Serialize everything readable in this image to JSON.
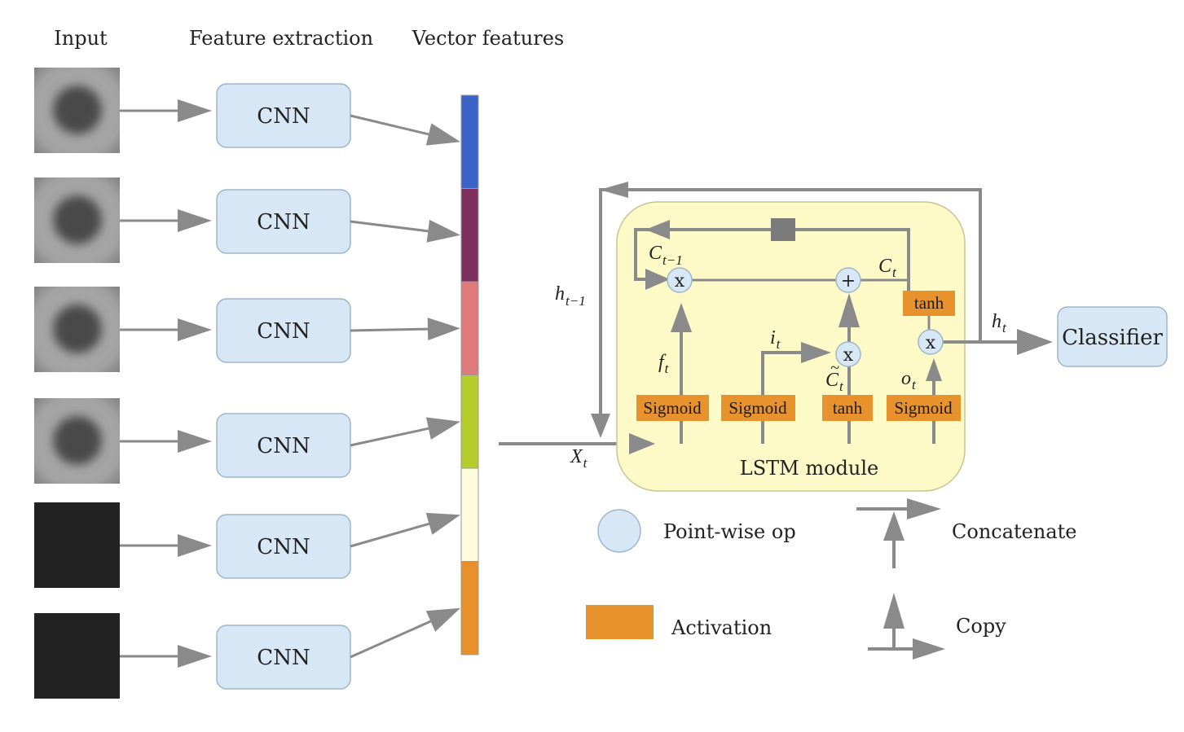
{
  "headers": {
    "input": "Input",
    "feature_extraction": "Feature extraction",
    "vector_features": "Vector features"
  },
  "cnn_label": "CNN",
  "inputs": [
    {
      "kind": "lesion"
    },
    {
      "kind": "lesion"
    },
    {
      "kind": "lesion"
    },
    {
      "kind": "lesion"
    },
    {
      "kind": "dark"
    },
    {
      "kind": "dark"
    }
  ],
  "vector_segment_colors": [
    "#3b64c8",
    "#7d2f5e",
    "#e07a7a",
    "#b4cc2c",
    "#fdfbdc",
    "#e8912c"
  ],
  "lstm": {
    "module_label": "LSTM module",
    "c_prev": "C",
    "c_prev_sub": "t−1",
    "c_t": "C",
    "c_t_sub": "t",
    "h_prev": "h",
    "h_prev_sub": "t−1",
    "h_t": "h",
    "h_t_sub": "t",
    "x_t": "X",
    "x_t_sub": "t",
    "f_t": "f",
    "f_t_sub": "t",
    "i_t": "i",
    "i_t_sub": "t",
    "o_t": "o",
    "o_t_sub": "t",
    "c_tilde": "C",
    "c_tilde_mark": "~",
    "c_tilde_sub": "t",
    "op_multiply": "x",
    "op_add": "+",
    "act_sigmoid": "Sigmoid",
    "act_tanh": "tanh"
  },
  "classifier_label": "Classifier",
  "legend": {
    "pointwise": "Point-wise op",
    "activation": "Activation",
    "concatenate": "Concatenate",
    "copy": "Copy"
  },
  "colors": {
    "box_fill": "#d7e7f5",
    "box_stroke": "#9fb6c9",
    "lstm_fill": "#fdfac8",
    "activation_fill": "#e8922e",
    "arrow": "#8a8a8a"
  }
}
